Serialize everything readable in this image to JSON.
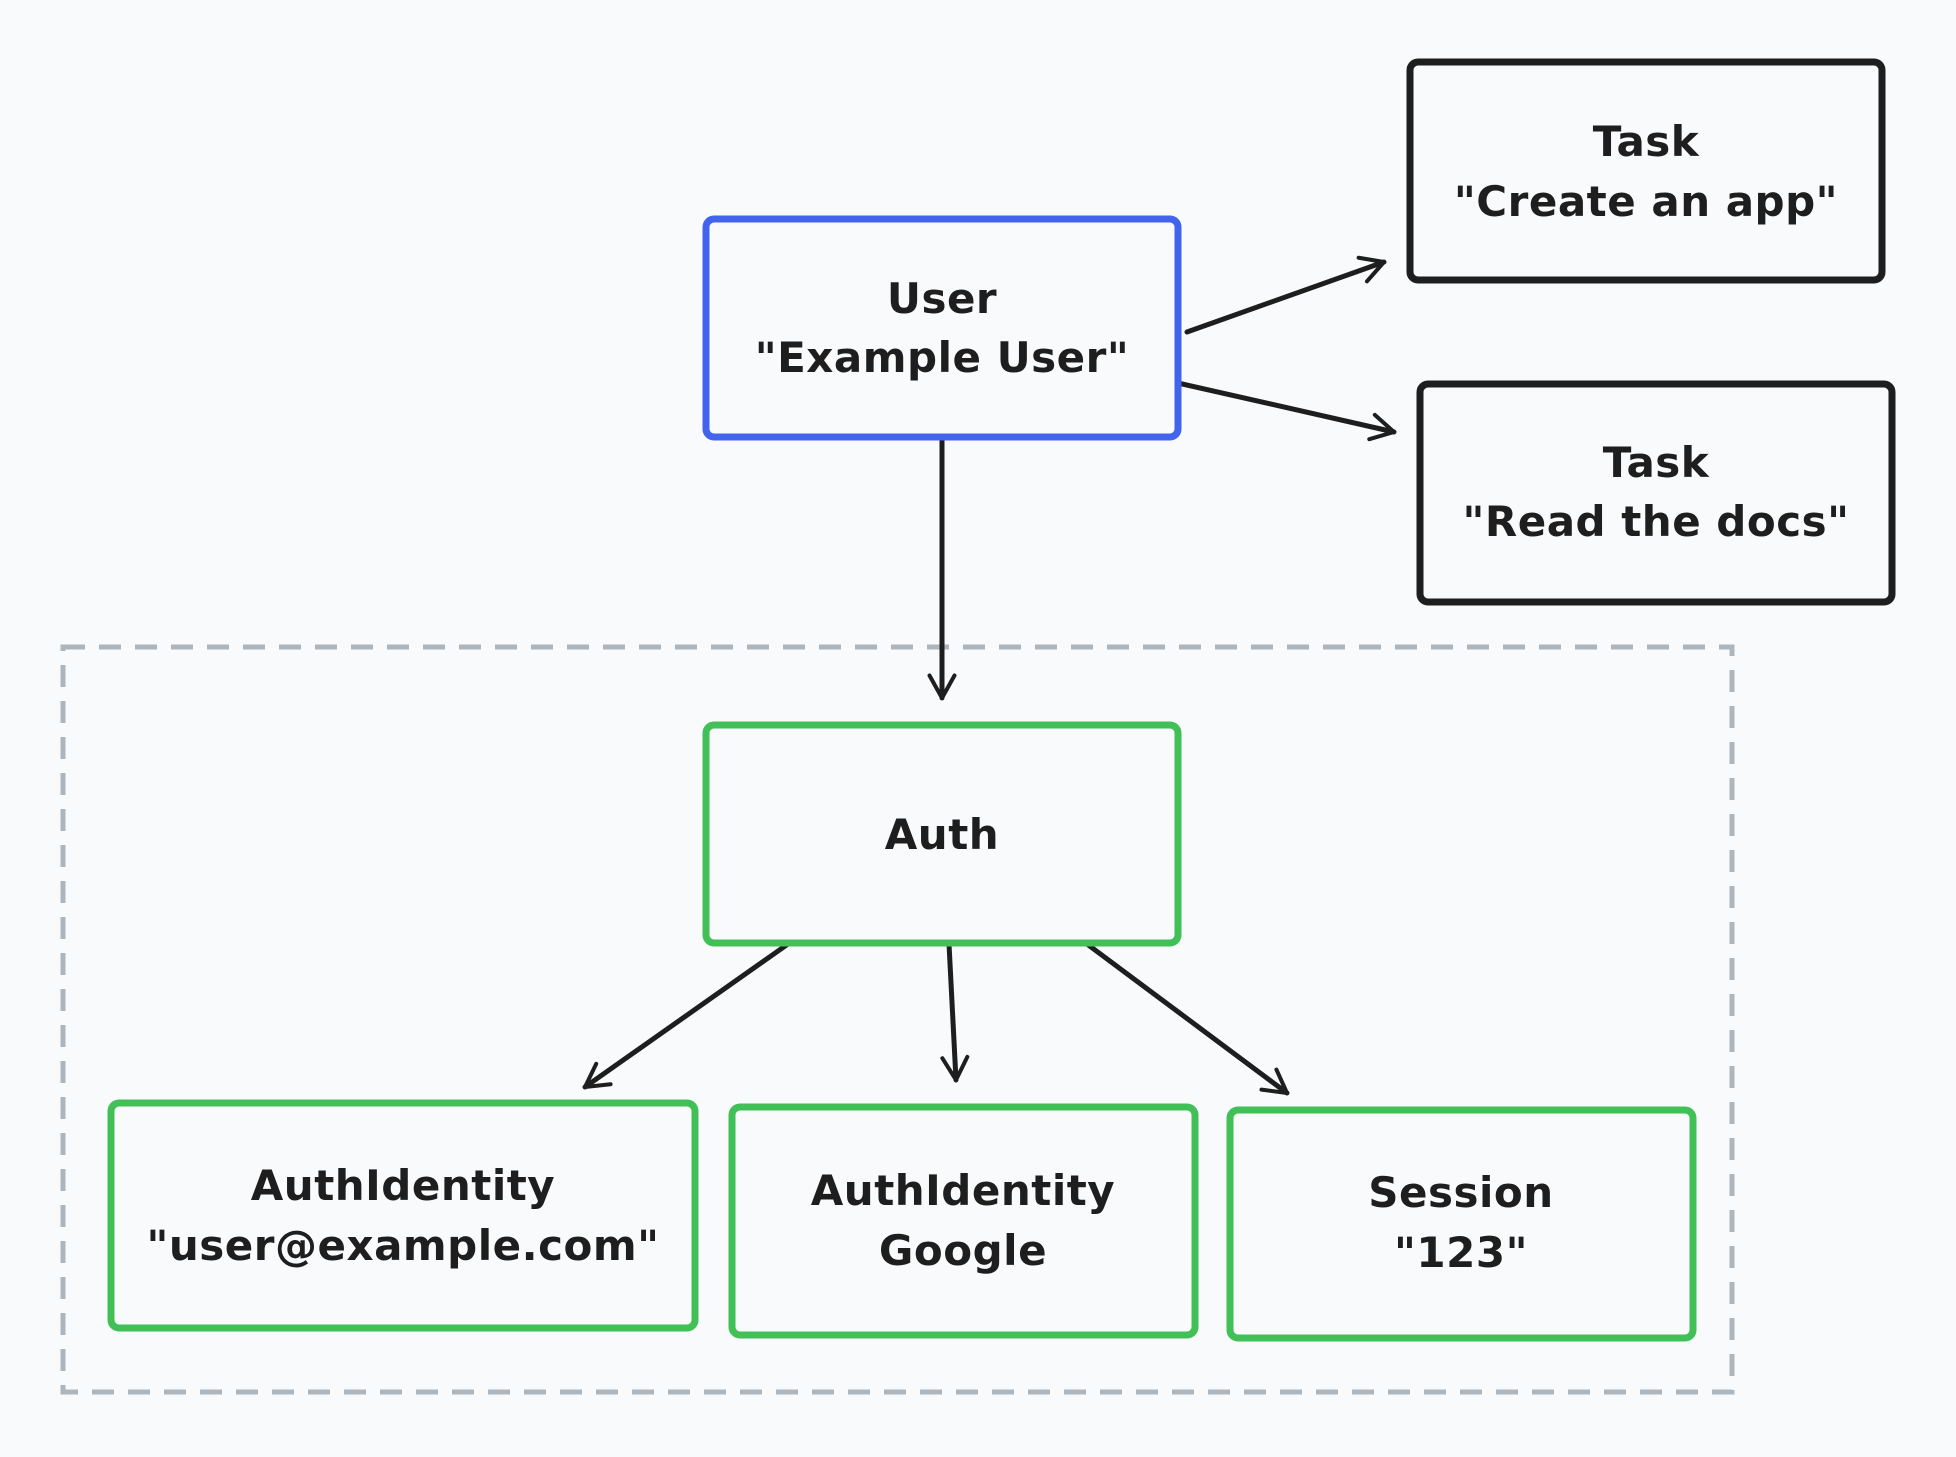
{
  "colors": {
    "background": "#f9fafb",
    "user_border": "#4263eb",
    "auth_border": "#40c057",
    "task_border": "#1e1e1e",
    "group_border": "#adb5bd",
    "arrow": "#1e1e1e",
    "text": "#1e1e1e"
  },
  "nodes": {
    "user": {
      "type": "User",
      "name": "\"Example User\""
    },
    "task_create": {
      "type": "Task",
      "name": "\"Create an app\""
    },
    "task_read": {
      "type": "Task",
      "name": "\"Read the docs\""
    },
    "auth": {
      "type": "Auth"
    },
    "auth_identity_email": {
      "type": "AuthIdentity",
      "name": "\"user@example.com\""
    },
    "auth_identity_google": {
      "type": "AuthIdentity",
      "name": "Google"
    },
    "session": {
      "type": "Session",
      "name": "\"123\""
    }
  },
  "edges": [
    {
      "from": "User",
      "to": "Task \"Create an app\""
    },
    {
      "from": "User",
      "to": "Task \"Read the docs\""
    },
    {
      "from": "User",
      "to": "Auth"
    },
    {
      "from": "Auth",
      "to": "AuthIdentity \"user@example.com\""
    },
    {
      "from": "Auth",
      "to": "AuthIdentity Google"
    },
    {
      "from": "Auth",
      "to": "Session \"123\""
    }
  ]
}
